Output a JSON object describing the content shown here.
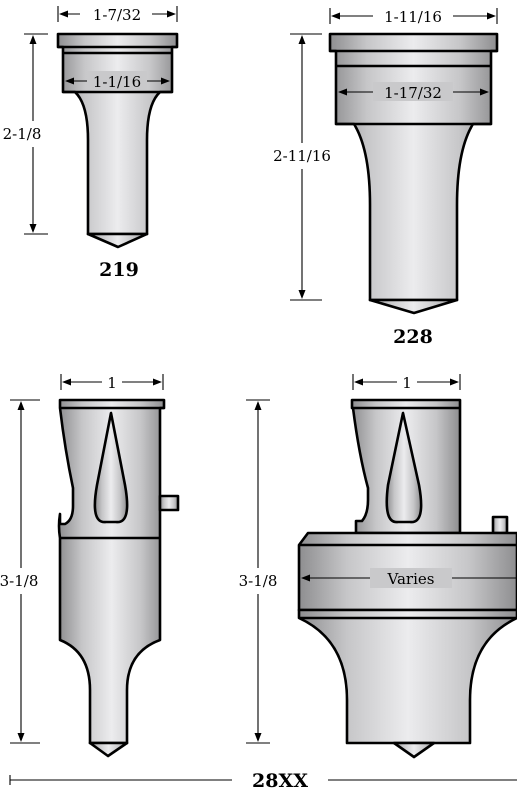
{
  "horns": {
    "h219": {
      "label": "219",
      "width_top": "1-7/32",
      "width_inner": "1-1/16",
      "height": "2-1/8"
    },
    "h228": {
      "label": "228",
      "width_top": "1-11/16",
      "width_inner": "1-17/32",
      "height": "2-11/16"
    },
    "h28xx_a": {
      "width_top": "1",
      "height": "3-1/8"
    },
    "h28xx_b": {
      "width_top": "1",
      "height": "3-1/8",
      "flange_width": "Varies"
    }
  },
  "group_label": "28XX",
  "colors": {
    "metal_light": "#e6e6e8",
    "metal_mid": "#c6c6c8",
    "metal_dark": "#8e8e90",
    "line": "#000000"
  }
}
